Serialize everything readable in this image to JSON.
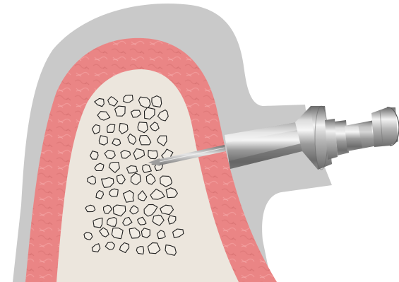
{
  "diagram": {
    "layers": [
      "soft-tissue",
      "gingiva",
      "bone",
      "trabecular-bone",
      "needle",
      "syringe-barrel",
      "syringe-fitting"
    ],
    "colors": {
      "soft_tissue": "#c9c9c9",
      "gingiva": "#ea8585",
      "gingiva_texture": "#d06a6a",
      "bone": "#ece6dd",
      "trabecula_stroke": "#1e1e1e",
      "metal_dark": "#7c7c7c",
      "metal_light": "#eeeeee"
    }
  }
}
